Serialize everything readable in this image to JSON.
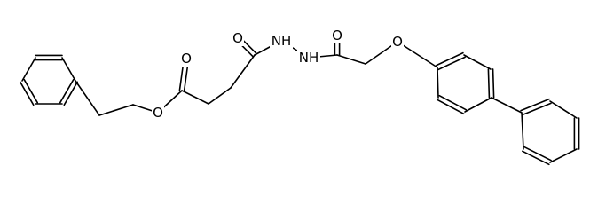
{
  "diagram": {
    "type": "chemical-structure",
    "atoms": {
      "o_ester_carbonyl": "O",
      "o_ester": "O",
      "o_amide1": "O",
      "n1": "NH",
      "n2": "NH",
      "o_amide2": "O",
      "o_ether": "O"
    },
    "colors": {
      "bond": "#000000",
      "label": "#000000",
      "background": "#ffffff"
    }
  }
}
